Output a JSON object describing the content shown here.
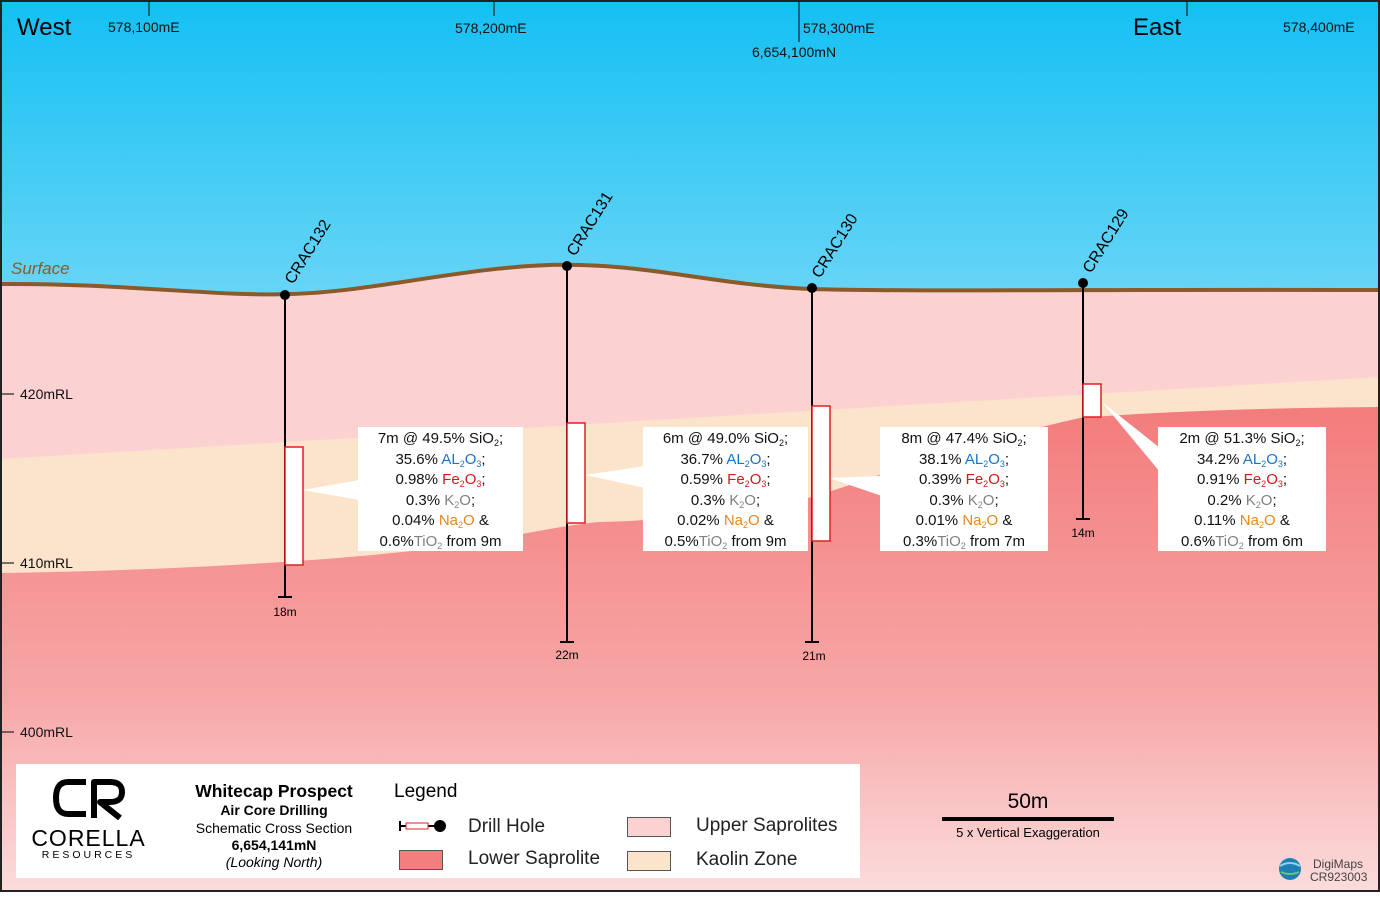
{
  "header": {
    "west_label": "West",
    "east_label": "East",
    "easting_ticks": [
      "578,100mE",
      "578,200mE",
      "578,300mE",
      "578,400mE"
    ],
    "northing_label": "6,654,100mN"
  },
  "surface_label": "Surface",
  "rl_labels": [
    "420mRL",
    "410mRL",
    "400mRL"
  ],
  "holes": [
    {
      "id": "CRAC132",
      "depth_label": "18m",
      "interval": "7m @ 49.5%",
      "al2o3": "35.6%",
      "fe2o3": "0.98%",
      "k2o": "0.3%",
      "na2o": "0.04%",
      "tio2": "0.6%",
      "from": "from 9m"
    },
    {
      "id": "CRAC131",
      "depth_label": "22m",
      "interval": "6m @ 49.0%",
      "al2o3": "36.7%",
      "fe2o3": "0.59%",
      "k2o": "0.3%",
      "na2o": "0.02%",
      "tio2": "0.5%",
      "from": "from 9m"
    },
    {
      "id": "CRAC130",
      "depth_label": "21m",
      "interval": "8m @ 47.4%",
      "al2o3": "38.1%",
      "fe2o3": "0.39%",
      "k2o": "0.3%",
      "na2o": "0.01%",
      "tio2": "0.3%",
      "from": "from 7m"
    },
    {
      "id": "CRAC129",
      "depth_label": "14m",
      "interval": "2m @ 51.3%",
      "al2o3": "34.2%",
      "fe2o3": "0.91%",
      "k2o": "0.2%",
      "na2o": "0.11%",
      "tio2": "0.6%",
      "from": "from 6m"
    }
  ],
  "oxides": {
    "sio2": "SiO",
    "al": "AL",
    "fe": "Fe",
    "k": "K",
    "na": "Na",
    "o": "O",
    "ti": "TiO",
    "amp": "&",
    "sep": ";"
  },
  "title_block": {
    "logo_text": "CORELLA",
    "logo_sub": "RESOURCES",
    "prospect": "Whitecap Prospect",
    "drilling": "Air Core Drilling",
    "section_type": "Schematic Cross Section",
    "northing": "6,654,141mN",
    "looking": "(Looking North)"
  },
  "legend": {
    "title": "Legend",
    "items": [
      {
        "label": "Drill Hole",
        "symbol": "drill-hole"
      },
      {
        "label": "Upper Saprolites",
        "color": "#fcd1d1"
      },
      {
        "label": "Lower Saprolite",
        "color": "#f47e7e"
      },
      {
        "label": "Kaolin Zone",
        "color": "#fbe3cc"
      }
    ]
  },
  "scale_bar": {
    "label": "50m",
    "exaggeration": "5 x Vertical Exaggeration"
  },
  "credit": {
    "name": "DigiMaps",
    "code": "CR923003"
  },
  "colors": {
    "sky_top": "#14c0f3",
    "sky_bottom": "#ecfbff",
    "surface_line": "#8a5a2b",
    "surface_label": "#8a5a2b",
    "upper_saprolite": "#fcd1d1",
    "kaolin_zone": "#fbe3cc",
    "lower_saprolite": "#f58585",
    "interval_outline": "#e02020"
  }
}
